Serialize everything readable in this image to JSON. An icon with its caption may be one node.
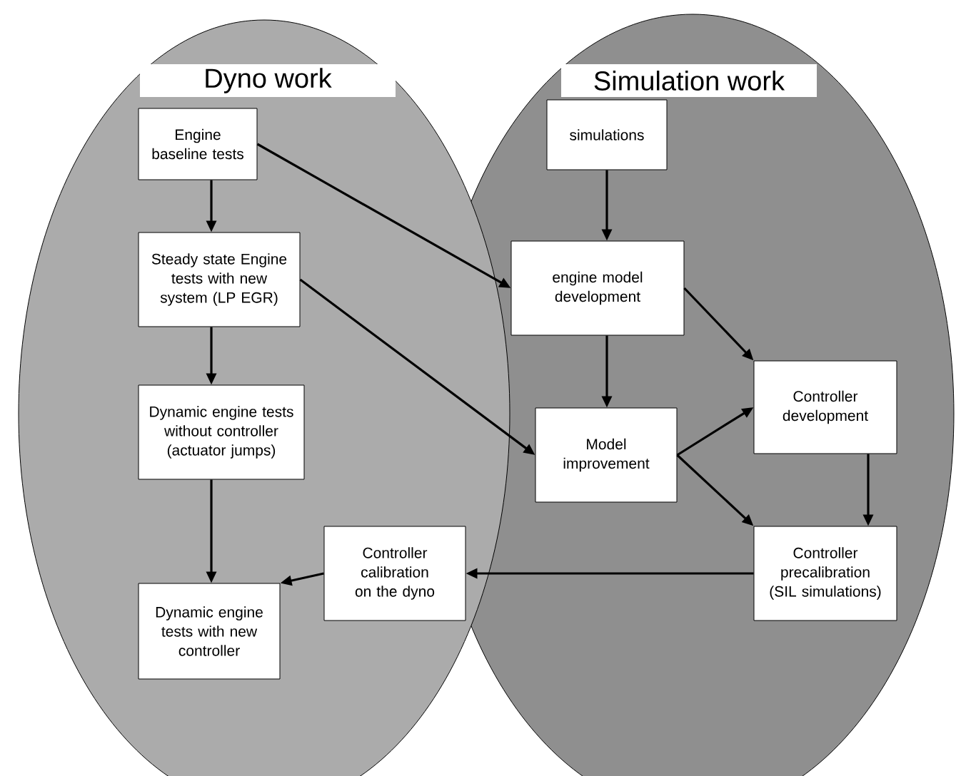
{
  "diagram": {
    "nodes": [
      {
        "text": [
          "Dyno work"
        ]
      },
      {
        "text": [
          "Simulation work"
        ]
      },
      {
        "text": [
          "Engine baseline tests"
        ],
        "in": 0
      },
      {
        "text": [
          "Steady state Engine tests with new system (LP EGR)"
        ],
        "in": 0
      },
      {
        "text": [
          "Dynamic engine tests without controller (actuator jumps)"
        ],
        "in": 0
      },
      {
        "text": [
          "Controller calibration on the dyno"
        ],
        "in": 0
      },
      {
        "text": [
          "Dynamic engine tests with new controller"
        ],
        "in": 0
      },
      {
        "text": [
          "simulations"
        ],
        "in": 1
      },
      {
        "text": [
          "engine model development"
        ],
        "in": 1
      },
      {
        "text": [
          "Model improvement"
        ],
        "in": 1
      },
      {
        "text": [
          "Controller development"
        ],
        "in": 1
      },
      {
        "text": [
          "Controller precalibration (SIL simulations)"
        ],
        "in": 1
      }
    ],
    "edges": [
      {
        "from": 2,
        "to": 3,
        "arrow": "to"
      },
      {
        "from": 2,
        "to": 8,
        "arrow": "to"
      },
      {
        "from": 3,
        "to": 4,
        "arrow": "to"
      },
      {
        "from": 3,
        "to": 9,
        "arrow": "to"
      },
      {
        "from": 4,
        "to": 6,
        "arrow": "to"
      },
      {
        "from": 5,
        "to": 6,
        "arrow": "to"
      },
      {
        "from": 7,
        "to": 8,
        "arrow": "to"
      },
      {
        "from": 8,
        "to": 9,
        "arrow": "to"
      },
      {
        "from": 8,
        "to": 10,
        "arrow": "to"
      },
      {
        "from": 9,
        "to": 10,
        "arrow": "to"
      },
      {
        "from": 9,
        "to": 11,
        "arrow": "to"
      },
      {
        "from": 10,
        "to": 11,
        "arrow": "to"
      },
      {
        "from": 11,
        "to": 5,
        "arrow": "to"
      }
    ]
  }
}
